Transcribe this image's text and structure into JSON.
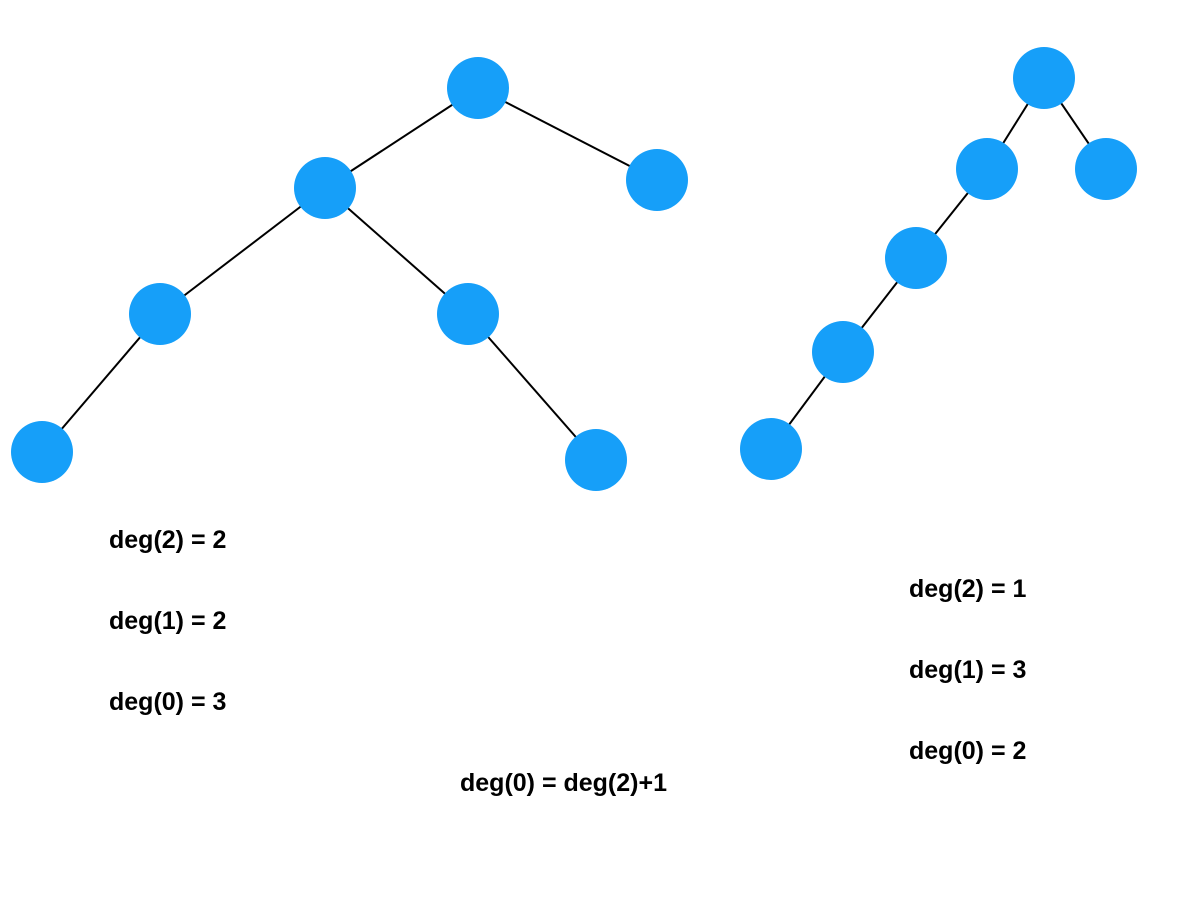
{
  "colors": {
    "node": "#169ff9",
    "edge": "#000000",
    "text": "#000000",
    "background": "#ffffff"
  },
  "left_tree": {
    "degree_stats": [
      {
        "text": "deg(2) = 2"
      },
      {
        "text": "deg(1) = 2"
      },
      {
        "text": "deg(0) = 3"
      }
    ]
  },
  "right_tree": {
    "degree_stats": [
      {
        "text": "deg(2) = 1"
      },
      {
        "text": "deg(1) = 3"
      },
      {
        "text": "deg(0) = 2"
      }
    ]
  },
  "formula": {
    "text": "deg(0) = deg(2)+1"
  }
}
